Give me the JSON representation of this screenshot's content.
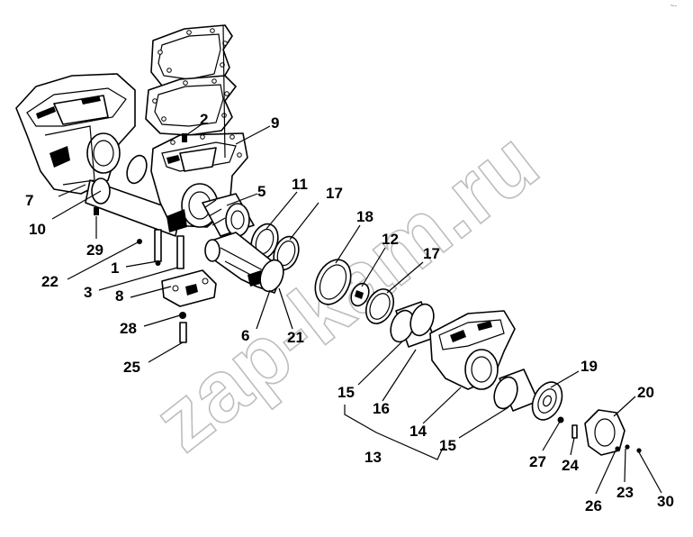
{
  "watermark": "zap-kam.ru",
  "corner_mark": "~-",
  "labels": [
    {
      "id": "lbl-1",
      "text": "1"
    },
    {
      "id": "lbl-2",
      "text": "2"
    },
    {
      "id": "lbl-3",
      "text": "3"
    },
    {
      "id": "lbl-5",
      "text": "5"
    },
    {
      "id": "lbl-6",
      "text": "6"
    },
    {
      "id": "lbl-7",
      "text": "7"
    },
    {
      "id": "lbl-8",
      "text": "8"
    },
    {
      "id": "lbl-9",
      "text": "9"
    },
    {
      "id": "lbl-10",
      "text": "10"
    },
    {
      "id": "lbl-11",
      "text": "11"
    },
    {
      "id": "lbl-12",
      "text": "12"
    },
    {
      "id": "lbl-13",
      "text": "13"
    },
    {
      "id": "lbl-14",
      "text": "14"
    },
    {
      "id": "lbl-15a",
      "text": "15"
    },
    {
      "id": "lbl-15b",
      "text": "15"
    },
    {
      "id": "lbl-16",
      "text": "16"
    },
    {
      "id": "lbl-17a",
      "text": "17"
    },
    {
      "id": "lbl-17b",
      "text": "17"
    },
    {
      "id": "lbl-18",
      "text": "18"
    },
    {
      "id": "lbl-19",
      "text": "19"
    },
    {
      "id": "lbl-20",
      "text": "20"
    },
    {
      "id": "lbl-21",
      "text": "21"
    },
    {
      "id": "lbl-22",
      "text": "22"
    },
    {
      "id": "lbl-23",
      "text": "23"
    },
    {
      "id": "lbl-24",
      "text": "24"
    },
    {
      "id": "lbl-25",
      "text": "25"
    },
    {
      "id": "lbl-26",
      "text": "26"
    },
    {
      "id": "lbl-27",
      "text": "27"
    },
    {
      "id": "lbl-28",
      "text": "28"
    },
    {
      "id": "lbl-29",
      "text": "29"
    },
    {
      "id": "lbl-30",
      "text": "30"
    }
  ]
}
